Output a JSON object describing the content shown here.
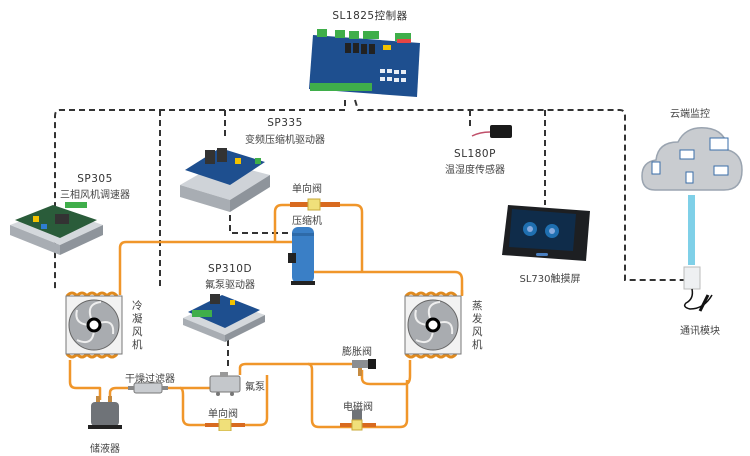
{
  "diagram": {
    "devices": {
      "controller": {
        "model": "SL1825控制器"
      },
      "compressor_driver": {
        "model": "SP335",
        "desc": "变频压缩机驱动器"
      },
      "fan_speed_controller": {
        "model": "SP305",
        "desc": "三相风机调速器"
      },
      "pump_driver": {
        "model": "SP310D",
        "desc": "氟泵驱动器"
      },
      "sensor": {
        "model": "SL180P",
        "desc": "温湿度传感器"
      },
      "touchscreen": {
        "model": "SL730触摸屏"
      },
      "cloud": {
        "label": "云端监控"
      },
      "comm_module": {
        "label": "通讯模块"
      }
    },
    "components": {
      "compressor": "压缩机",
      "check_valve_top": "单向阀",
      "check_valve_bottom": "单向阀",
      "condenser_fan": "冷凝风机",
      "evaporator_fan": "蒸发风机",
      "filter_drier": "干燥过滤器",
      "fluorine_pump": "氟泵",
      "expansion_valve": "膨胀阀",
      "solenoid_valve": "电磁阀",
      "receiver": "储液器"
    },
    "colors": {
      "pipe": "#F0962A",
      "signal": "#333333",
      "cloud_link": "#7FD0E8",
      "board": "#1E4F8F",
      "compressor": "#3A7FC6"
    }
  }
}
